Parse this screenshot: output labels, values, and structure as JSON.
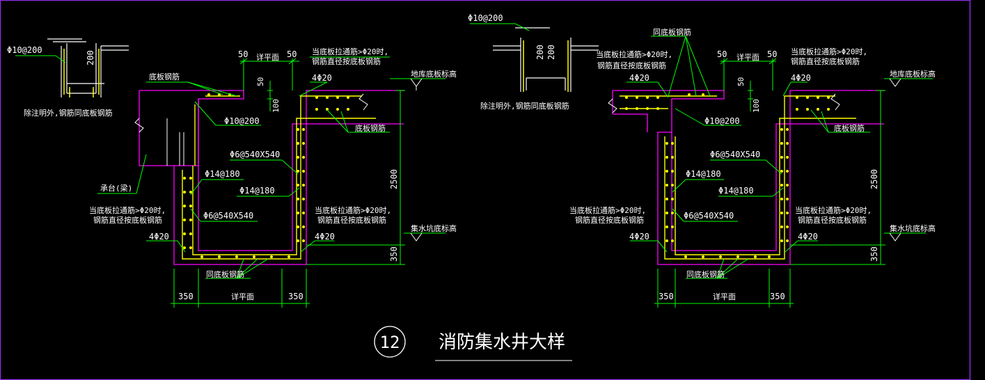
{
  "title": {
    "number": "12",
    "text": "消防集水井大样"
  },
  "colors": {
    "background": "#000000",
    "line_white": "#ffffff",
    "dim_green": "#00ff00",
    "concrete_magenta": "#ff00ff",
    "rebar_yellow": "#ffff00",
    "frame_purple": "#8a2be2"
  },
  "left_detail": {
    "top_callout": "Φ10@200",
    "top_callout_dim": "200",
    "note_except": "除注明外,钢筋同底板钢筋",
    "dim_50_left": "50",
    "dim_plan": "详平面",
    "dim_50_right": "50",
    "dim_50_small": "50",
    "dim_100": "100",
    "label_bottom_rebar": "底板钢筋",
    "label_phi10_200": "Φ10@200",
    "label_note_top": "当底板拉通筋>Φ20时,",
    "label_note_top2": "钢筋直径按底板钢筋",
    "label_4phi20_top": "4Φ20",
    "label_floor_elev": "地库底板标高",
    "label_bottom_rebar_right": "底板钢筋",
    "label_phi6_right": "Φ6@540X540",
    "label_phi14_left": "Φ14@180",
    "label_phi14_right": "Φ14@180",
    "label_cap_beam": "承台(梁)",
    "label_dim_2500": "2500",
    "label_note_left": "当底板拉通筋>Φ20时,",
    "label_note_left2": "钢筋直径按底板钢筋",
    "label_4phi20_left": "4Φ20",
    "label_phi6_left": "Φ6@540X540",
    "label_note_right": "当底板拉通筋>Φ20时,",
    "label_note_right2": "钢筋直径按底板钢筋",
    "label_4phi20_right": "4Φ20",
    "label_pit_elev": "集水坑底标高",
    "label_dim_350_v": "350",
    "label_same_rebar": "同底板钢筋",
    "dim_350_left": "350",
    "dim_plan_bottom": "详平面",
    "dim_350_right": "350"
  },
  "right_detail": {
    "top_callout": "Φ10@200",
    "top_callout_dim1": "200",
    "top_callout_dim2": "200",
    "note_except": "除注明外,钢筋同底板钢筋",
    "label_same_rebar_top": "同底板钢筋",
    "label_note_top": "当底板拉通筋>Φ20时,",
    "label_note_top2": "钢筋直径按底板钢筋",
    "label_4phi20_top_left": "4Φ20",
    "dim_50_left": "50",
    "dim_plan": "详平面",
    "dim_50_right": "50",
    "dim_50_small": "50",
    "dim_100": "100",
    "label_note_top_right": "当底板拉通筋>Φ20时,",
    "label_note_top_right2": "钢筋直径按底板钢筋",
    "label_4phi20_top_right": "4Φ20",
    "label_floor_elev": "地库底板标高",
    "label_phi10_200": "Φ10@200",
    "label_bottom_rebar": "底板钢筋",
    "label_phi6_right": "Φ6@540X540",
    "label_phi14_left": "Φ14@180",
    "label_phi14_right": "Φ14@180",
    "label_dim_2500": "2500",
    "label_note_left": "当底板拉通筋>Φ20时,",
    "label_note_left2": "钢筋直径按底板钢筋",
    "label_phi6_left": "Φ6@540X540",
    "label_note_right": "当底板拉通筋>Φ20时,",
    "label_note_right2": "钢筋直径按底板钢筋",
    "label_4phi20_left": "4Φ20",
    "label_4phi20_right": "4Φ20",
    "label_pit_elev": "集水坑底标高",
    "label_dim_350_v": "350",
    "label_same_rebar": "同底板钢筋",
    "dim_350_left": "350",
    "dim_plan_bottom": "详平面",
    "dim_350_right": "350"
  }
}
